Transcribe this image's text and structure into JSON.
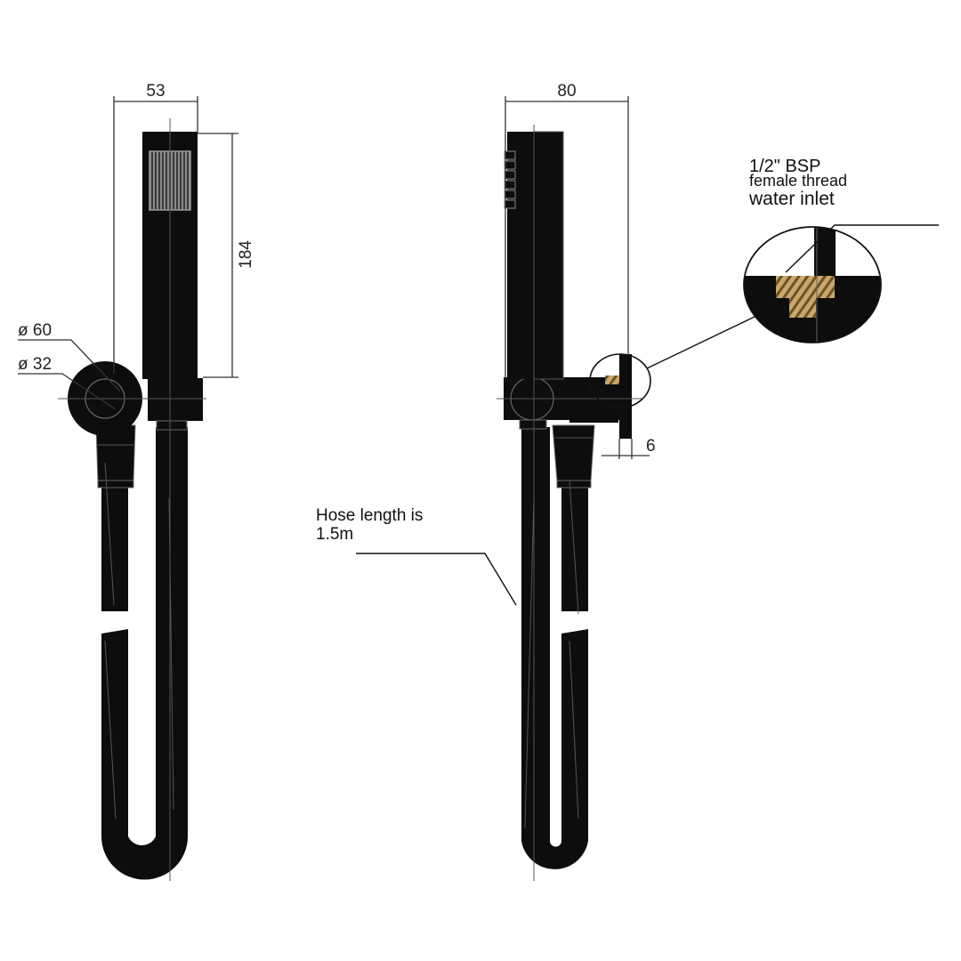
{
  "front_view": {
    "width_dim": "53",
    "height_dim": "184",
    "outer_dia_dim": "ø 60",
    "inner_dia_dim": "ø 32"
  },
  "side_view": {
    "depth_dim": "80",
    "offset_dim": "6"
  },
  "callouts": {
    "inlet_line1": "1/2\" BSP",
    "inlet_line2": "female thread",
    "inlet_line3": "water inlet",
    "hose_line1": "Hose length is",
    "hose_line2": "1.5m"
  },
  "colors": {
    "product": "#0d0d0d",
    "dimension_line": "#333333",
    "thread": "#b89a5e"
  }
}
